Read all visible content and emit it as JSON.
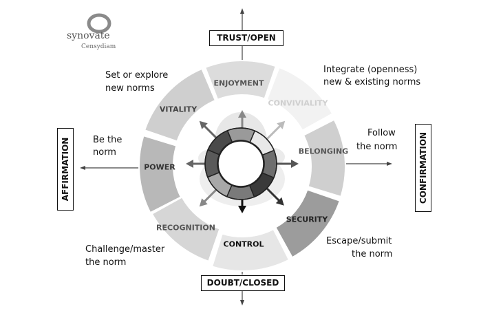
{
  "logo": {
    "name": "synovate",
    "sub": "Censydiam"
  },
  "axes": {
    "top": "TRUST/OPEN",
    "bottom": "DOUBT/CLOSED",
    "left": "AFFIRMATION",
    "right": "CONFIRMATION"
  },
  "segments": {
    "enjoyment": "ENJOYMENT",
    "conviviality": "CONVIVIALITY",
    "belonging": "BELONGING",
    "security": "SECURITY",
    "control": "CONTROL",
    "recognition": "RECOGNITION",
    "power": "POWER",
    "vitality": "VITALITY"
  },
  "annotations": {
    "set_explore_1": "Set or explore",
    "set_explore_2": "new norms",
    "integrate_1": "Integrate (openness)",
    "integrate_2": "new & existing norms",
    "be_norm_1": "Be the",
    "be_norm_2": "norm",
    "follow_norm_1": "Follow",
    "follow_norm_2": "the norm",
    "challenge_1": "Challenge/master",
    "challenge_2": "the norm",
    "escape_1": "Escape/submit",
    "escape_2": "the norm"
  },
  "colors": {
    "enjoyment": "#dcdcdc",
    "conviviality": "#f2f2f2",
    "belonging": "#cfcfcf",
    "security": "#9c9c9c",
    "control": "#e6e6e6",
    "recognition": "#d6d6d6",
    "power": "#b8b8b8",
    "vitality": "#cfcfcf"
  }
}
